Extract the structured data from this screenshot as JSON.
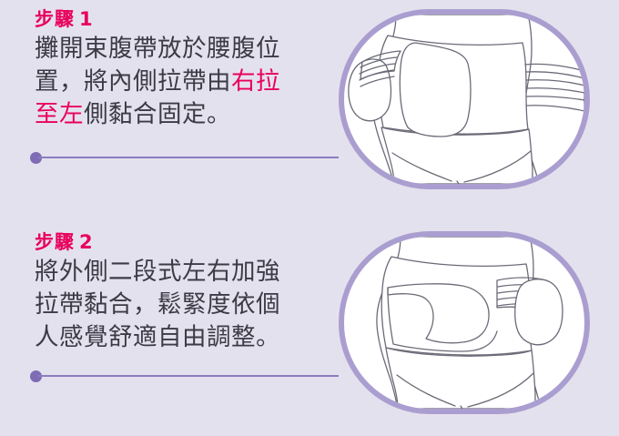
{
  "theme": {
    "background": "#e4e1ee",
    "accent_pink": "#e8005d",
    "body_text": "#3b3b45",
    "panel_border": "#aa9ed0",
    "rule_purple": "#8c7cc0",
    "dot_purple": "#7e6cb4",
    "illustration_stroke": "#6b6b78",
    "panel_fill": "#ffffff"
  },
  "steps": [
    {
      "heading_label": "步驟",
      "heading_number": "1",
      "lines": [
        [
          {
            "text": "攤開束腹帶放於腰腹位",
            "highlight": false
          }
        ],
        [
          {
            "text": "置，將內側拉帶由",
            "highlight": false
          },
          {
            "text": "右拉",
            "highlight": true
          }
        ],
        [
          {
            "text": "至左",
            "highlight": true
          },
          {
            "text": "側黏合固定。",
            "highlight": false
          }
        ]
      ],
      "illustration_name": "belly-band-inner-strap-right-to-left"
    },
    {
      "heading_label": "步驟",
      "heading_number": "2",
      "lines": [
        [
          {
            "text": "將外側二段式左右加強",
            "highlight": false
          }
        ],
        [
          {
            "text": "拉帶黏合，鬆緊度依個",
            "highlight": false
          }
        ],
        [
          {
            "text": "人感覺舒適自由調整。",
            "highlight": false
          }
        ]
      ],
      "illustration_name": "belly-band-outer-two-stage-straps"
    }
  ]
}
